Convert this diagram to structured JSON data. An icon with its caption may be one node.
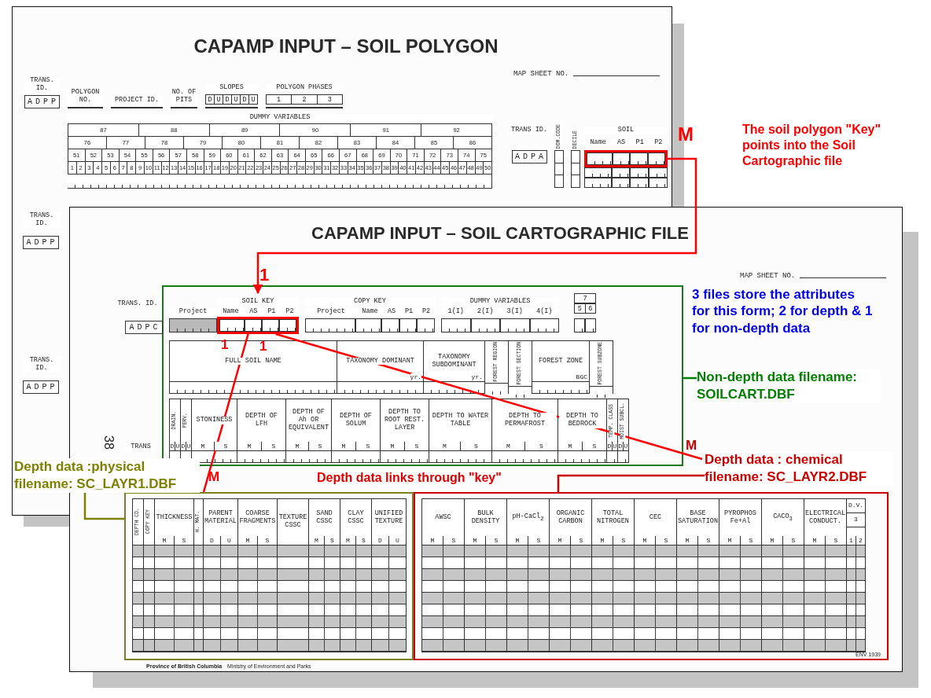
{
  "diagram": {
    "nodes": [
      {
        "text": [
          "CAPAMP INPUT – SOIL POLYGON"
        ]
      },
      {
        "text": [],
        "shape": "box",
        "in": 0
      },
      {
        "text": [
          "CAPAMP INPUT – SOIL CARTOGRAPHIC FILE"
        ]
      },
      {
        "text": [],
        "shape": "box",
        "in": 2
      },
      {
        "text": [],
        "shape": "box",
        "in": 3
      },
      {
        "text": [],
        "shape": "box",
        "in": 2
      },
      {
        "text": [],
        "shape": "box",
        "in": 2
      },
      {
        "text": [
          "Non-depth data filename: SOILCART.DBF"
        ],
        "in": 2
      },
      {
        "text": [
          "Depth data : chemical filename: SC_LAYR2.DBF"
        ],
        "in": 2
      },
      {
        "text": [
          "Depth data :physical filename: SC_LAYR1.DBF"
        ]
      }
    ],
    "edges": [
      {
        "from": 1,
        "to": 4,
        "arrow": "to"
      },
      {
        "from": 4,
        "to": 5,
        "arrow": "none"
      },
      {
        "from": 4,
        "to": 8,
        "arrow": "none"
      },
      {
        "from": 7,
        "to": 3,
        "arrow": "none",
        "color": "#008000"
      },
      {
        "from": 9,
        "to": 5,
        "arrow": "none",
        "color": "#808000"
      },
      {
        "from": 8,
        "to": 6,
        "arrow": "none",
        "color": "#cc0000"
      }
    ],
    "labels": [
      "TRANS. ID.",
      "ADPP",
      "POLYGON NO.",
      "PROJECT ID.",
      "NO. OF PITS",
      "SLOPES",
      "D",
      "U",
      "D",
      "U",
      "D",
      "U",
      "POLYGON PHASES",
      "1",
      "2",
      "3",
      "MAP SHEET NO.",
      "DUMMY VARIABLES",
      "87",
      "88",
      "89",
      "90",
      "91",
      "92",
      "76",
      "77",
      "78",
      "79",
      "80",
      "81",
      "82",
      "83",
      "84",
      "85",
      "86",
      "51",
      "52",
      "53",
      "54",
      "55",
      "56",
      "57",
      "58",
      "59",
      "60",
      "61",
      "62",
      "63",
      "64",
      "65",
      "66",
      "67",
      "68",
      "69",
      "70",
      "71",
      "72",
      "73",
      "74",
      "75",
      "1",
      "2",
      "3",
      "4",
      "5",
      "6",
      "7",
      "8",
      "9",
      "10",
      "11",
      "12",
      "13",
      "14",
      "15",
      "16",
      "17",
      "18",
      "19",
      "20",
      "21",
      "22",
      "23",
      "24",
      "25",
      "26",
      "27",
      "28",
      "29",
      "30",
      "31",
      "32",
      "33",
      "34",
      "35",
      "36",
      "37",
      "38",
      "39",
      "40",
      "41",
      "42",
      "43",
      "44",
      "45",
      "46",
      "47",
      "48",
      "49",
      "50",
      "TRANS ID.",
      "ADPA",
      "DOM.CODE",
      "DECILE",
      "SOIL",
      "Name",
      "AS",
      "P1",
      "P2",
      "TRANS. ID.",
      "ADPP",
      "TRANS. ID.",
      "ADPP",
      "MAP SHEET NO.",
      "TRANS. ID.",
      "ADPC",
      "SOIL KEY",
      "Project",
      "Name",
      "AS",
      "P1",
      "P2",
      "COPY KEY",
      "Project",
      "Name",
      "AS",
      "P1",
      "P2",
      "DUMMY VARIABLES",
      "1(I)",
      "2(I)",
      "3(I)",
      "4(I)",
      "7",
      "5",
      "6",
      "FULL SOIL NAME",
      "TAXONOMY DOMINANT",
      "yr.",
      "TAXONOMY SUBDOMINANT",
      "yr.",
      "FOREST REGION",
      "FOREST SECTION",
      "FOREST ZONE",
      "BGC",
      "FOREST SUBZONE",
      "DRAIN.",
      "D",
      "U",
      "PERV.",
      "D",
      "U",
      "STONINESS",
      "M",
      "S",
      "DEPTH OF LFH",
      "M",
      "S",
      "DEPTH OF Ah OR EQUIVALENT",
      "M",
      "S",
      "DEPTH OF SOLUM",
      "M",
      "S",
      "DEPTH TO ROOT REST. LAYER",
      "M",
      "S",
      "DEPTH TO WATER TABLE",
      "M",
      "S",
      "DEPTH TO PERMAFROST",
      "M",
      "S",
      "DEPTH TO BEDROCK",
      "M",
      "S",
      "TEMP. CLASS",
      "D",
      "U",
      "MOIST SUBCL.",
      "D",
      "U",
      "38",
      "TRANS",
      "DEPTH CD.",
      "COPY KEY",
      "THICKNESS",
      "M",
      "S",
      "H. MAT.",
      "PARENT MATERIAL",
      "D",
      "U",
      "COARSE FRAGMENTS",
      "M",
      "S",
      "TEXTURE CSSC",
      "SAND CSSC",
      "M",
      "S",
      "CLAY CSSC",
      "M",
      "S",
      "UNIFIED TEXTURE",
      "D",
      "U",
      "AWSC",
      "M",
      "S",
      "BULK DENSITY",
      "M",
      "S",
      "pH-CaCl$_{2}$",
      "M",
      "S",
      "ORGANIC CARBON",
      "M",
      "S",
      "TOTAL NITROGEN",
      "M",
      "S",
      "CEC",
      "M",
      "S",
      "BASE SATURATION",
      "M",
      "S",
      "PYROPHOS Fe+Al",
      "M",
      "S",
      "CACO$_{3}$",
      "M",
      "S",
      "ELECTRICAL CONDUCT.",
      "M",
      "S",
      "D.V.",
      "3",
      "1",
      "2",
      "ENV 1939",
      "Province of British Columbia",
      "Ministry of Environment and Parks",
      "M",
      "The soil polygon \"Key\" points into the Soil Cartographic file",
      "1",
      "3 files store the attributes for this form; 2 for depth & 1 for non-depth data",
      "1",
      "1",
      "M",
      "M",
      "Depth data links through \"key\""
    ]
  }
}
